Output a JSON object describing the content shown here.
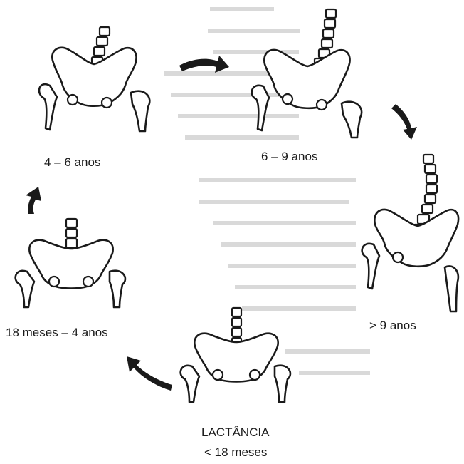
{
  "stages": [
    {
      "id": "lactancia",
      "lines": [
        "LACTÂNCIA",
        "< 18 meses"
      ]
    },
    {
      "id": "18m-4a",
      "lines": [
        "18 meses – 4 anos"
      ]
    },
    {
      "id": "4-6a",
      "lines": [
        "4 – 6 anos"
      ]
    },
    {
      "id": "6-9a",
      "lines": [
        "6 – 9 anos"
      ]
    },
    {
      "id": "gt9a",
      "lines": [
        "> 9 anos"
      ]
    }
  ],
  "colors": {
    "ink": "#1a1a1a",
    "paper": "#ffffff",
    "bleed": "#d8d8d8"
  }
}
